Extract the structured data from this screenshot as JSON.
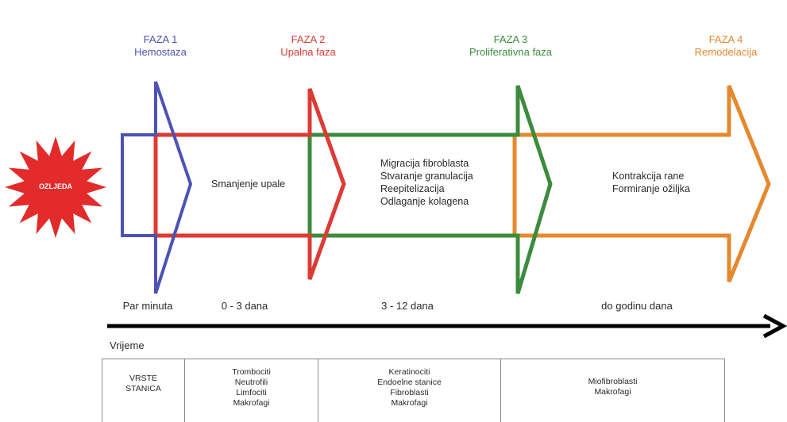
{
  "colors": {
    "phase1": "#4b53b4",
    "phase2": "#de3a34",
    "phase3": "#3d8b3d",
    "phase4": "#e6882e",
    "injury": "#e32b2b"
  },
  "injury_label": "OZLJEDA",
  "phases": [
    {
      "num": "FAZA 1",
      "name": "Hemostaza",
      "time": "Par minuta",
      "description": [],
      "cells": []
    },
    {
      "num": "FAZA 2",
      "name": "Upalna faza",
      "time": "0 - 3 dana",
      "description": [
        "Smanjenje upale"
      ],
      "cells": [
        "Trombociti",
        "Neutrofili",
        "Limfociti",
        "Makrofagi"
      ]
    },
    {
      "num": "FAZA 3",
      "name": "Proliferativna faza",
      "time": "3 - 12 dana",
      "description": [
        "Migracija fibroblasta",
        "Stvaranje granulacija",
        "Reepitelizacija",
        "Odlaganje kolagena"
      ],
      "cells": [
        "Keratinociti",
        "Endoelne stanice",
        "Fibroblasti",
        "Makrofagi"
      ]
    },
    {
      "num": "FAZA 4",
      "name": "Remodelacija",
      "time": "do godinu dana",
      "description": [
        "Kontrakcija rane",
        "Formiranje ožiljka"
      ],
      "cells": [
        "Miofibroblasti",
        "Makrofagi"
      ]
    }
  ],
  "axis_label": "Vrijeme",
  "table_header": "VRSTE STANICA"
}
